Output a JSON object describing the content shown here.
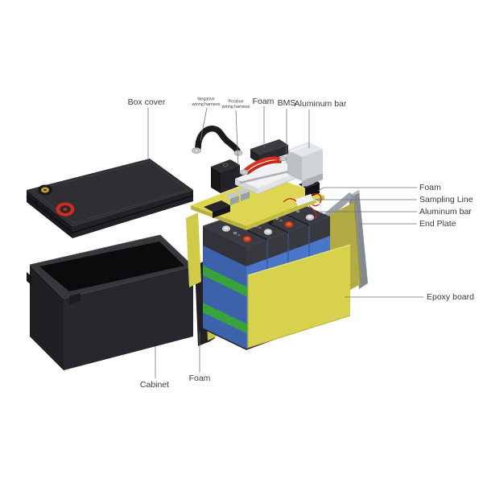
{
  "diagram": {
    "type": "exploded-view",
    "subject": "battery pack assembly",
    "background": "#ffffff",
    "labels": {
      "box_cover": "Box cover",
      "negative_harness": {
        "line1": "Negative",
        "line2": "wiring harness"
      },
      "positive_harness": {
        "line1": "Positive",
        "line2": "wiring harness"
      },
      "foam_top": "Foam",
      "bms": "BMS",
      "aluminum_bar_top": "Aluminum bar",
      "foam_right": "Foam",
      "sampling_line": "Sampling Line",
      "aluminum_bar_right": "Aluminum bar",
      "end_plate": "End Plate",
      "epoxy_board": "Epoxy board",
      "cabinet": "Cabinet",
      "foam_bottom": "Foam"
    },
    "colors": {
      "epoxy_yellow": "#d7d14d",
      "foam_pad_yellow": "#dcd652",
      "end_plate_olive": "#b2aa42",
      "aluminum_panel_gray": "#9da3a9",
      "cell_blue_front": "#4a76ca",
      "cell_blue_side": "#3d62ac",
      "strap_green": "#3aa23b",
      "cell_top_dark": "#3a3a41",
      "plastic_black": "#26262b",
      "bms_white": "#f2f2f4",
      "aluminum_silver": "#cfd3d7",
      "terminal_red": "#c93a16",
      "terminal_silver": "#c7cacd",
      "wire_red": "#de2e1e",
      "wire_black": "#1b1b1f",
      "label_text": "#3a3a3a",
      "leader_line": "#6e6e6e"
    }
  }
}
